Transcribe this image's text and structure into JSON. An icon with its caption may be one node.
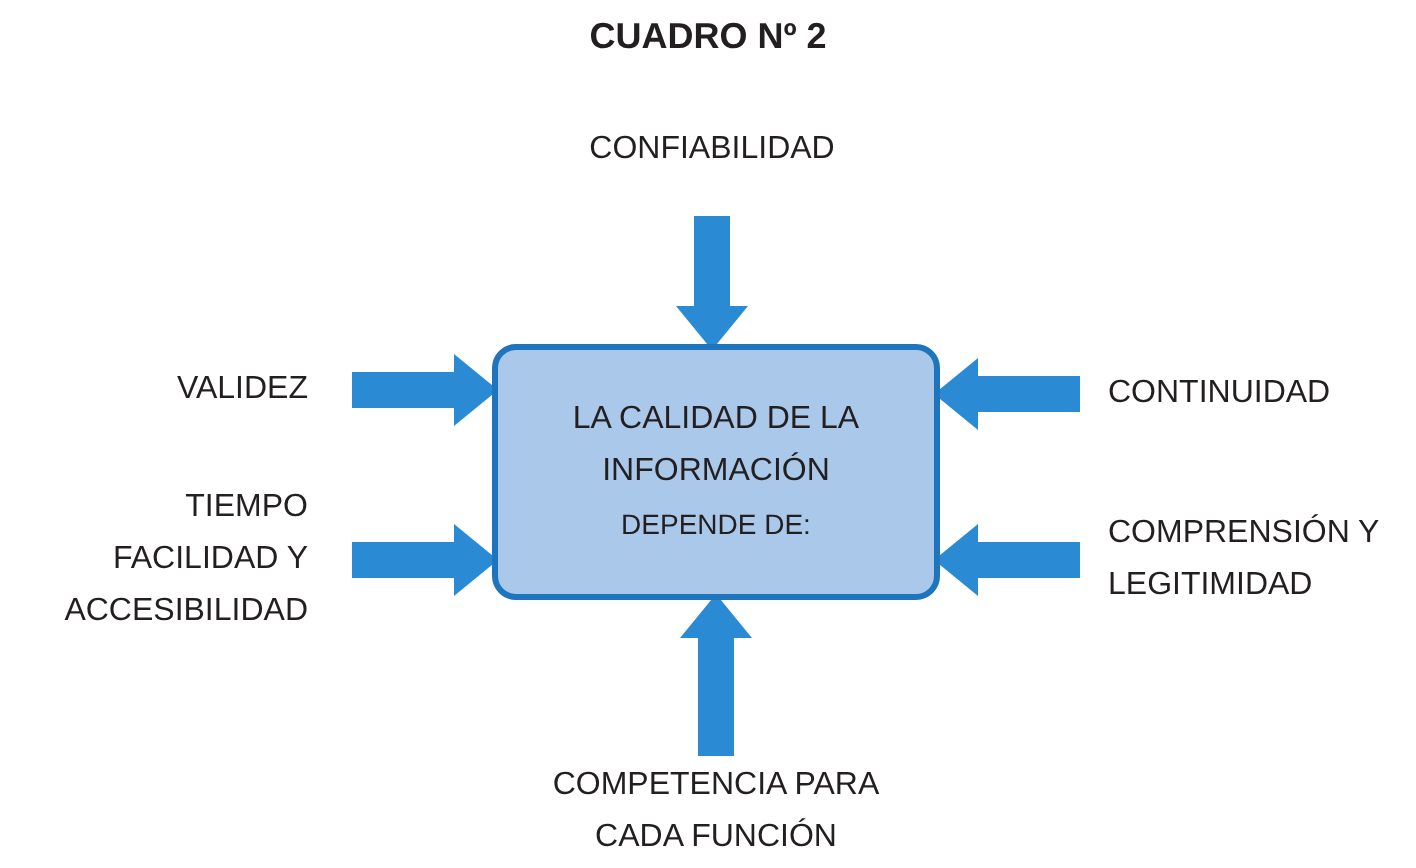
{
  "diagram": {
    "title": "CUADRO Nº 2",
    "nodes": [
      {
        "text": [
          "CONFIABILIDAD"
        ]
      },
      {
        "text": [
          "VALIDEZ"
        ]
      },
      {
        "text": [
          "LA CALIDAD DE LA INFORMACIÓN",
          "DEPENDE DE:"
        ]
      },
      {
        "text": [
          "CONTINUIDAD"
        ]
      },
      {
        "text": [
          "TIEMPO FACILIDAD Y ACCESIBILIDAD"
        ]
      },
      {
        "text": [
          "COMPRENSIÓN Y LEGITIMIDAD"
        ]
      },
      {
        "text": [
          "COMPETENCIA PARA CADA FUNCIÓN"
        ]
      }
    ],
    "edges": [
      {
        "from": 0,
        "to": 2,
        "arrow": "to"
      },
      {
        "from": 1,
        "to": 2,
        "arrow": "to"
      },
      {
        "from": 3,
        "to": 2,
        "arrow": "to"
      },
      {
        "from": 4,
        "to": 2,
        "arrow": "to"
      },
      {
        "from": 5,
        "to": 2,
        "arrow": "to"
      },
      {
        "from": 6,
        "to": 2,
        "arrow": "to"
      }
    ]
  }
}
